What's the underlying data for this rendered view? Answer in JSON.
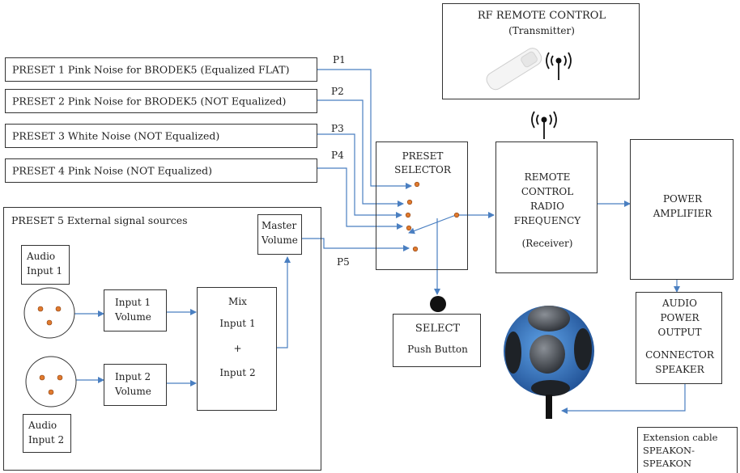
{
  "presets": {
    "p1": "PRESET 1 Pink Noise for BRODEK5 (Equalized FLAT)",
    "p2": "PRESET 2 Pink Noise for BRODEK5 (NOT Equalized)",
    "p3": "PRESET 3 White Noise (NOT Equalized)",
    "p4": "PRESET 4 Pink Noise (NOT Equalized)",
    "p5": "PRESET 5 External signal sources"
  },
  "wire_labels": {
    "p1": "P1",
    "p2": "P2",
    "p3": "P3",
    "p4": "P4",
    "p5": "P5"
  },
  "remote": {
    "title": "RF REMOTE CONTROL",
    "subtitle": "(Transmitter)"
  },
  "selector": {
    "line1": "PRESET",
    "line2": "SELECTOR"
  },
  "select_button": {
    "line1": "SELECT",
    "line2": "Push Button"
  },
  "receiver": {
    "line1": "REMOTE",
    "line2": "CONTROL",
    "line3": "RADIO",
    "line4": "FREQUENCY",
    "line5": "(Receiver)"
  },
  "amplifier": {
    "line1": "POWER",
    "line2": "AMPLIFIER"
  },
  "output": {
    "line1": "AUDIO",
    "line2": "POWER",
    "line3": "OUTPUT",
    "line4": "CONNECTOR",
    "line5": "SPEAKER"
  },
  "cable": {
    "line1": "Extension cable",
    "line2": "SPEAKON-",
    "line3": "SPEAKON"
  },
  "external": {
    "audio1_l1": "Audio",
    "audio1_l2": "Input 1",
    "audio2_l1": "Audio",
    "audio2_l2": "Input 2",
    "vol1_l1": "Input 1",
    "vol1_l2": "Volume",
    "vol2_l1": "Input 2",
    "vol2_l2": "Volume",
    "mix_l1": "Mix",
    "mix_l2": "Input 1",
    "mix_l3": "+",
    "mix_l4": "Input 2",
    "master_l1": "Master",
    "master_l2": "Volume"
  },
  "colors": {
    "wire": "#4a7fc1",
    "contact": "#e07a2e",
    "box_border": "#333333"
  }
}
